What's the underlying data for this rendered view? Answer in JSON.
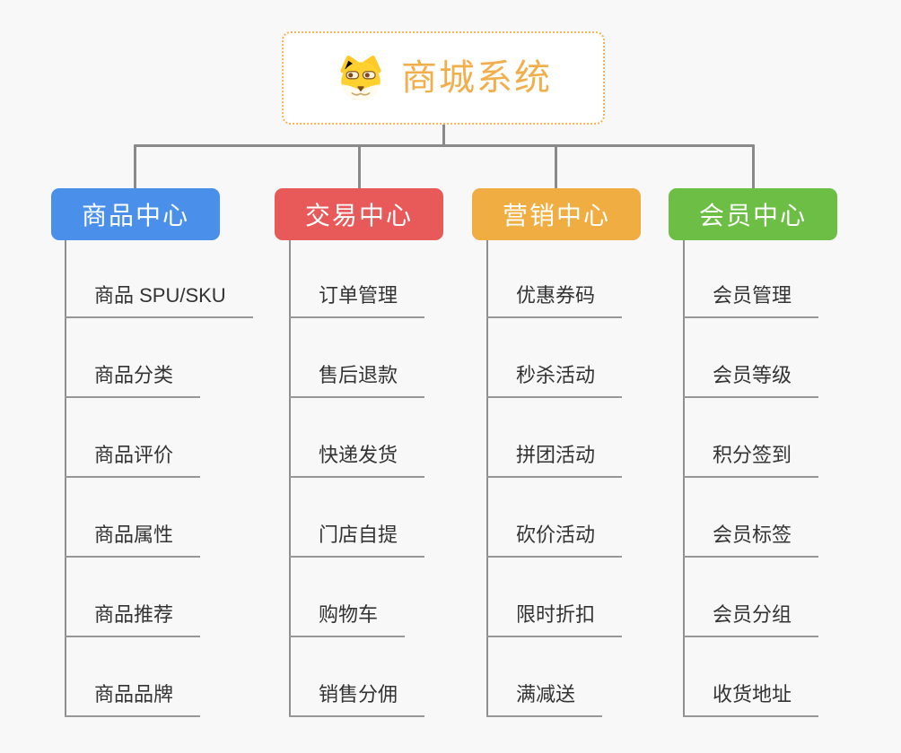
{
  "root": {
    "title": "商城系统",
    "icon": "doge-icon",
    "accent_color": "#f2ae4a",
    "border_color": "#f3b55c"
  },
  "connector_color": "#8a8a8a",
  "branches": [
    {
      "label": "商品中心",
      "color": "#4a90ea",
      "items": [
        "商品 SPU/SKU",
        "商品分类",
        "商品评价",
        "商品属性",
        "商品推荐",
        "商品品牌"
      ]
    },
    {
      "label": "交易中心",
      "color": "#e85a5a",
      "items": [
        "订单管理",
        "售后退款",
        "快递发货",
        "门店自提",
        "购物车",
        "销售分佣"
      ]
    },
    {
      "label": "营销中心",
      "color": "#efad42",
      "items": [
        "优惠券码",
        "秒杀活动",
        "拼团活动",
        "砍价活动",
        "限时折扣",
        "满减送"
      ]
    },
    {
      "label": "会员中心",
      "color": "#6cbe45",
      "items": [
        "会员管理",
        "会员等级",
        "积分签到",
        "会员标签",
        "会员分组",
        "收货地址"
      ]
    }
  ]
}
